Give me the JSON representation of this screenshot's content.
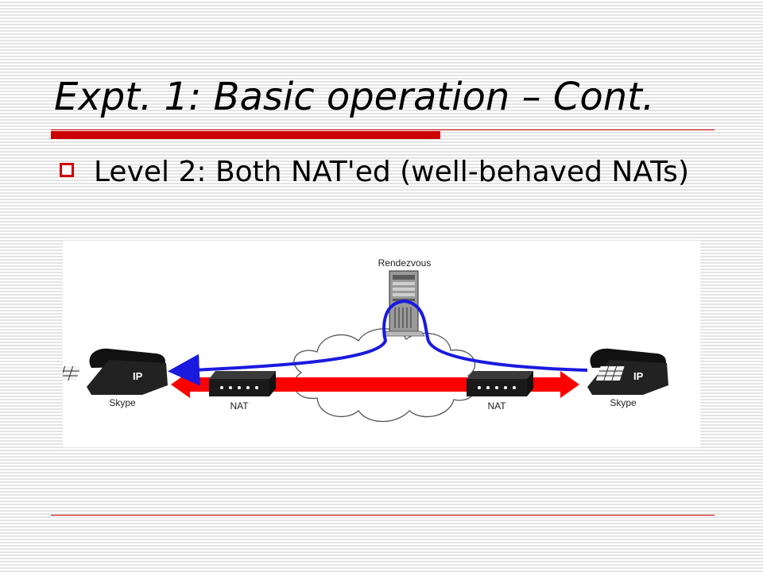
{
  "slide": {
    "title": "Expt. 1: Basic operation – Cont.",
    "bullet": "Level 2: Both NAT'ed (well-behaved NATs)"
  },
  "diagram": {
    "server_label": "Rendezvous",
    "left_client_label": "Skype",
    "right_client_label": "Skype",
    "left_nat_label": "NAT",
    "right_nat_label": "NAT",
    "phone_badge": "IP"
  },
  "colors": {
    "accent": "#cc0000",
    "signaling_path": "#1a1adf",
    "media_path": "#ff0000",
    "cloud_fill": "#ffffff",
    "device_dark": "#1a1a1a"
  },
  "icons": [
    "ip-phone-icon",
    "nat-router-icon",
    "server-tower-icon",
    "internet-cloud-icon"
  ]
}
